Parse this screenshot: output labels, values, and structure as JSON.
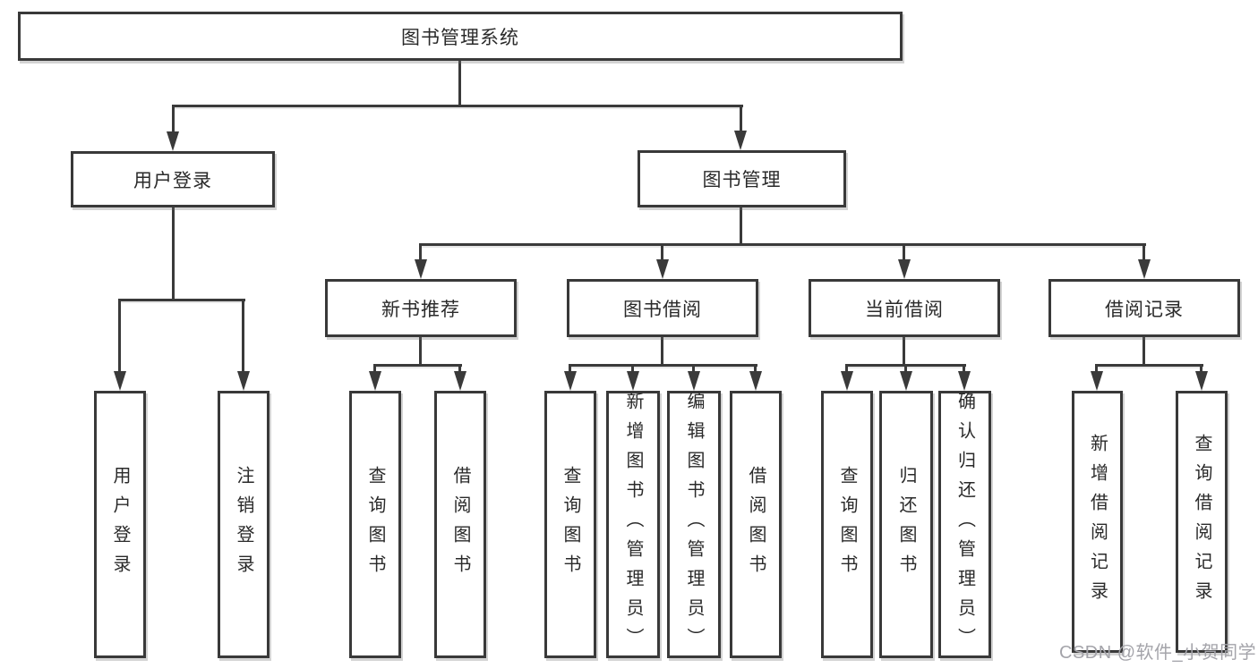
{
  "tree": {
    "root": "图书管理系统",
    "branches": [
      {
        "label": "用户登录",
        "children": [
          "用户登录",
          "注销登录"
        ]
      },
      {
        "label": "图书管理",
        "groups": [
          {
            "label": "新书推荐",
            "children": [
              "查询图书",
              "借阅图书"
            ]
          },
          {
            "label": "图书借阅",
            "children": [
              "查询图书",
              "新增图书（管理员）",
              "编辑图书（管理员）",
              "借阅图书"
            ]
          },
          {
            "label": "当前借阅",
            "children": [
              "查询图书",
              "归还图书",
              "确认归还（管理员）"
            ]
          },
          {
            "label": "借阅记录",
            "children": [
              "新增借阅记录",
              "查询借阅记录"
            ]
          }
        ]
      }
    ]
  },
  "watermark": {
    "text": "CSDN @软件_小贺同学"
  },
  "colors": {
    "line": "#3a3a3a",
    "box_border": "#393939",
    "text": "#2a2a2a",
    "background": "#ffffff",
    "watermark": "#a4a4aa"
  }
}
